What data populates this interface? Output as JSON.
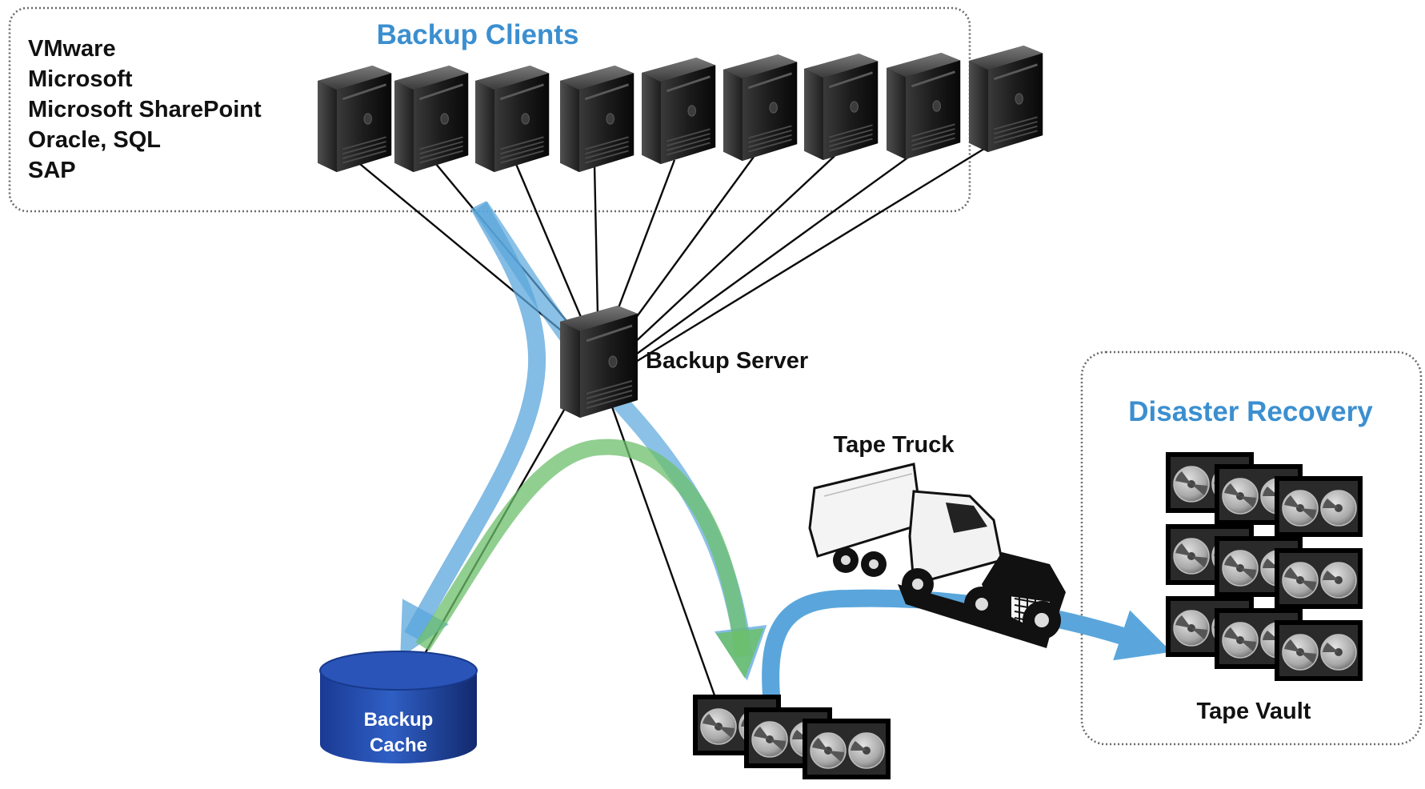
{
  "clients_box": {
    "title": "Backup Clients",
    "apps": [
      "VMware",
      "Microsoft",
      "Microsoft SharePoint",
      "Oracle, SQL",
      "SAP"
    ]
  },
  "server": {
    "label": "Backup Server"
  },
  "cache": {
    "line1": "Backup",
    "line2": "Cache"
  },
  "truck": {
    "label": "Tape Truck"
  },
  "dr_box": {
    "title": "Disaster Recovery",
    "vault_label": "Tape Vault"
  },
  "colors": {
    "accent_title": "#3b8fd0",
    "flow_blue": "#5aa6dc",
    "flow_green": "#6cbf6b",
    "cache_fill": "#1f45a5"
  },
  "icons": [
    "server-icon",
    "database-cylinder-icon",
    "tape-cartridge-icon",
    "truck-icon"
  ]
}
